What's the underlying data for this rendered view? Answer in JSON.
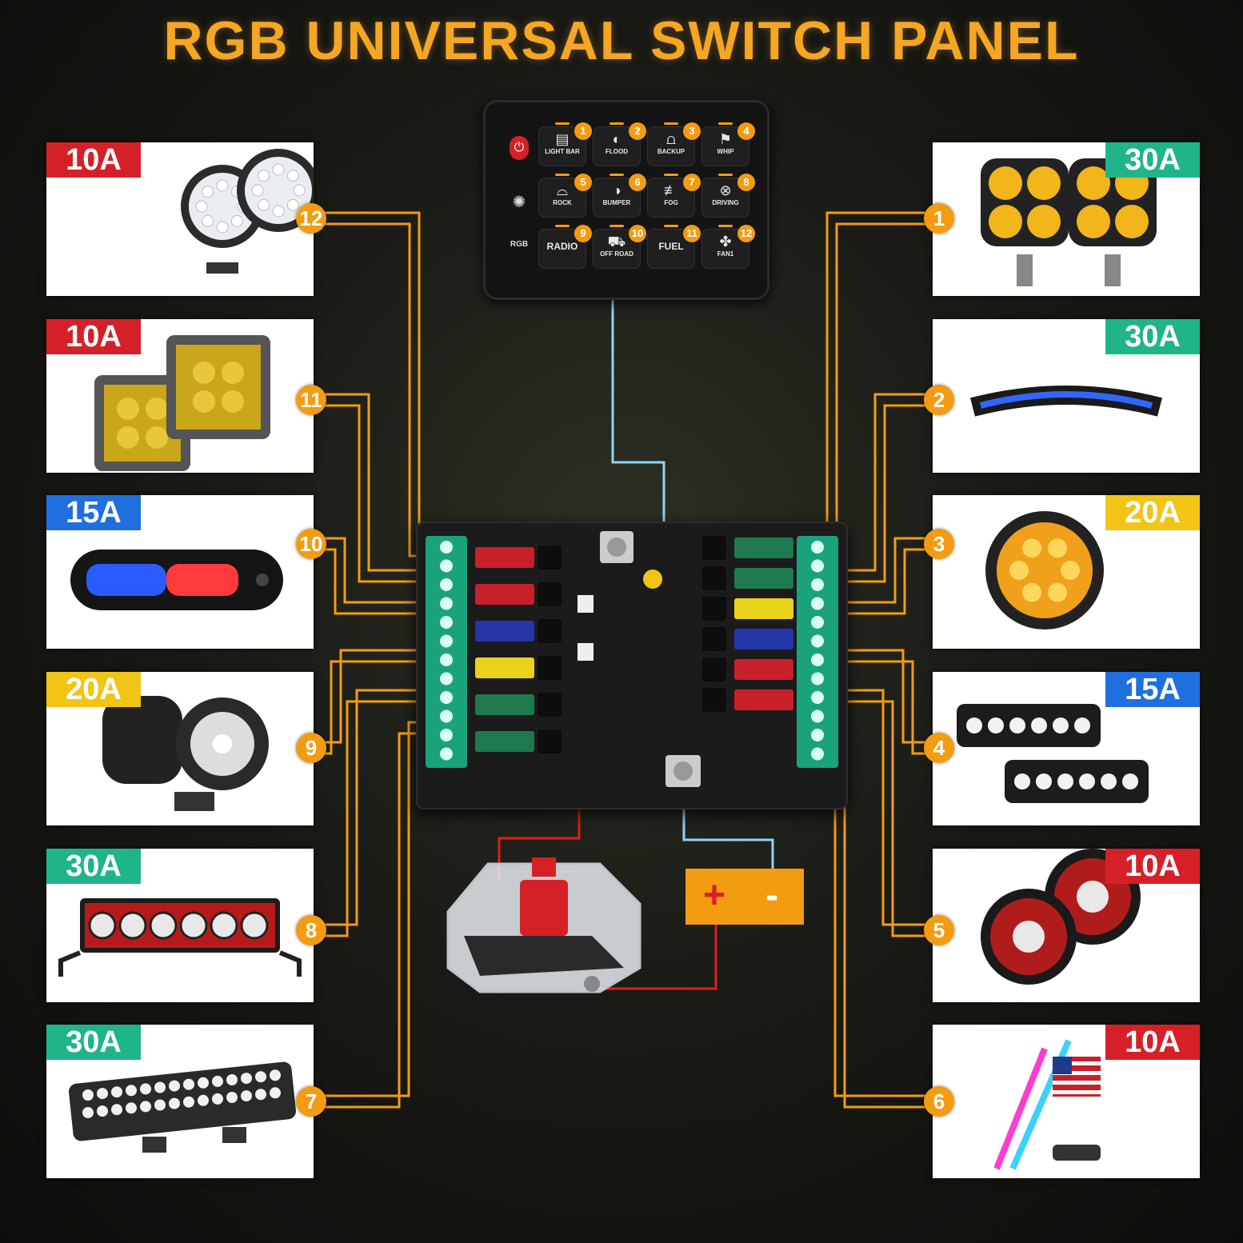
{
  "title": "RGB UNIVERSAL SWITCH PANEL",
  "colors": {
    "orange": "#f39c12",
    "red": "#d62027",
    "green": "#1fb589",
    "blue": "#1f6fe0",
    "yellow": "#f2c416",
    "wire_blue": "#8fd3ff",
    "wire_red": "#e01e1e"
  },
  "left_cards": [
    {
      "amp": "10A",
      "amp_color": "#d62027",
      "number": "12",
      "product": "round-led-pod-pair"
    },
    {
      "amp": "10A",
      "amp_color": "#d62027",
      "number": "11",
      "product": "amber-cube-light-pair"
    },
    {
      "amp": "15A",
      "amp_color": "#1f6fe0",
      "number": "10",
      "product": "red-blue-strobe-light"
    },
    {
      "amp": "20A",
      "amp_color": "#f2c416",
      "number": "9",
      "product": "round-spot-light-pair"
    },
    {
      "amp": "30A",
      "amp_color": "#1fb589",
      "number": "8",
      "product": "red-halo-light-bar"
    },
    {
      "amp": "30A",
      "amp_color": "#1fb589",
      "number": "7",
      "product": "double-row-led-bar"
    }
  ],
  "right_cards": [
    {
      "amp": "30A",
      "amp_color": "#1fb589",
      "number": "1",
      "product": "amber-quad-pod-pair"
    },
    {
      "amp": "30A",
      "amp_color": "#1fb589",
      "number": "2",
      "product": "curved-blue-light-bar"
    },
    {
      "amp": "20A",
      "amp_color": "#f2c416",
      "number": "3",
      "product": "amber-round-driving-light"
    },
    {
      "amp": "15A",
      "amp_color": "#1f6fe0",
      "number": "4",
      "product": "led-work-light-pair"
    },
    {
      "amp": "10A",
      "amp_color": "#d62027",
      "number": "5",
      "product": "red-round-light-pair"
    },
    {
      "amp": "10A",
      "amp_color": "#d62027",
      "number": "6",
      "product": "rgb-whip-light-pair"
    }
  ],
  "switch_panel": {
    "side_top": "power-icon",
    "side_mid": "brightness-icon",
    "side_bottom": "RGB",
    "switches": [
      {
        "n": "1",
        "label": "LIGHT BAR",
        "icon": "light-bar-icon",
        "glyph": "▤"
      },
      {
        "n": "2",
        "label": "FLOOD",
        "icon": "flood-icon",
        "glyph": "◐"
      },
      {
        "n": "3",
        "label": "BACKUP",
        "icon": "backup-icon",
        "glyph": "⩍"
      },
      {
        "n": "4",
        "label": "WHIP",
        "icon": "flag-icon",
        "glyph": "⚑"
      },
      {
        "n": "5",
        "label": "ROCK",
        "icon": "rock-light-icon",
        "glyph": "⌓"
      },
      {
        "n": "6",
        "label": "BUMPER",
        "icon": "bumper-icon",
        "glyph": "◑"
      },
      {
        "n": "7",
        "label": "FOG",
        "icon": "fog-light-icon",
        "glyph": "≢"
      },
      {
        "n": "8",
        "label": "DRIVING",
        "icon": "driving-light-icon",
        "glyph": "⊗"
      },
      {
        "n": "9",
        "label": "RADIO",
        "icon": "",
        "glyph": ""
      },
      {
        "n": "10",
        "label": "OFF ROAD",
        "icon": "off-road-icon",
        "glyph": "⛟"
      },
      {
        "n": "11",
        "label": "FUEL",
        "icon": "",
        "glyph": ""
      },
      {
        "n": "12",
        "label": "FAN1",
        "icon": "fan-icon",
        "glyph": "✤"
      }
    ]
  },
  "fuse_box": {
    "left_fuses": [
      "#c8202a",
      "#c8202a",
      "#2436a8",
      "#e8d21a",
      "#1e7a4e",
      "#1e7a4e"
    ],
    "right_fuses": [
      "#1e7a4e",
      "#1e7a4e",
      "#e8d21a",
      "#2436a8",
      "#c8202a",
      "#c8202a"
    ]
  },
  "battery": {
    "plus": "+",
    "minus": "-"
  }
}
